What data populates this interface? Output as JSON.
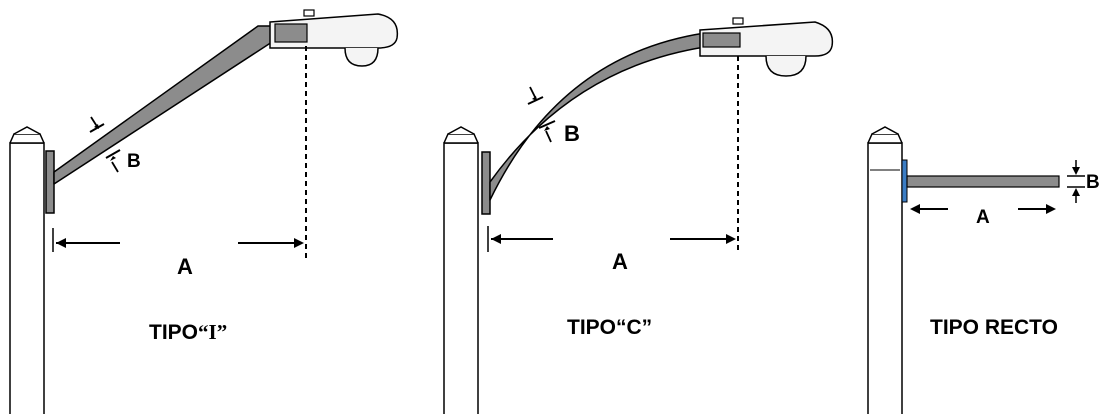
{
  "diagrams": [
    {
      "id": "tipo-i",
      "dimension_a": "A",
      "dimension_b": "B",
      "type_prefix": "TIPO",
      "type_code": "“I”"
    },
    {
      "id": "tipo-c",
      "dimension_a": "A",
      "dimension_b": "B",
      "type_label": "TIPO“C”"
    },
    {
      "id": "tipo-recto",
      "dimension_a": "A",
      "dimension_b": "B",
      "type_label": "TIPO RECTO"
    }
  ],
  "colors": {
    "arm_fill": "#8c8c8c",
    "outline": "#000000",
    "pole_fill": "#ffffff",
    "luminaire_fill": "#f4f4f4"
  }
}
